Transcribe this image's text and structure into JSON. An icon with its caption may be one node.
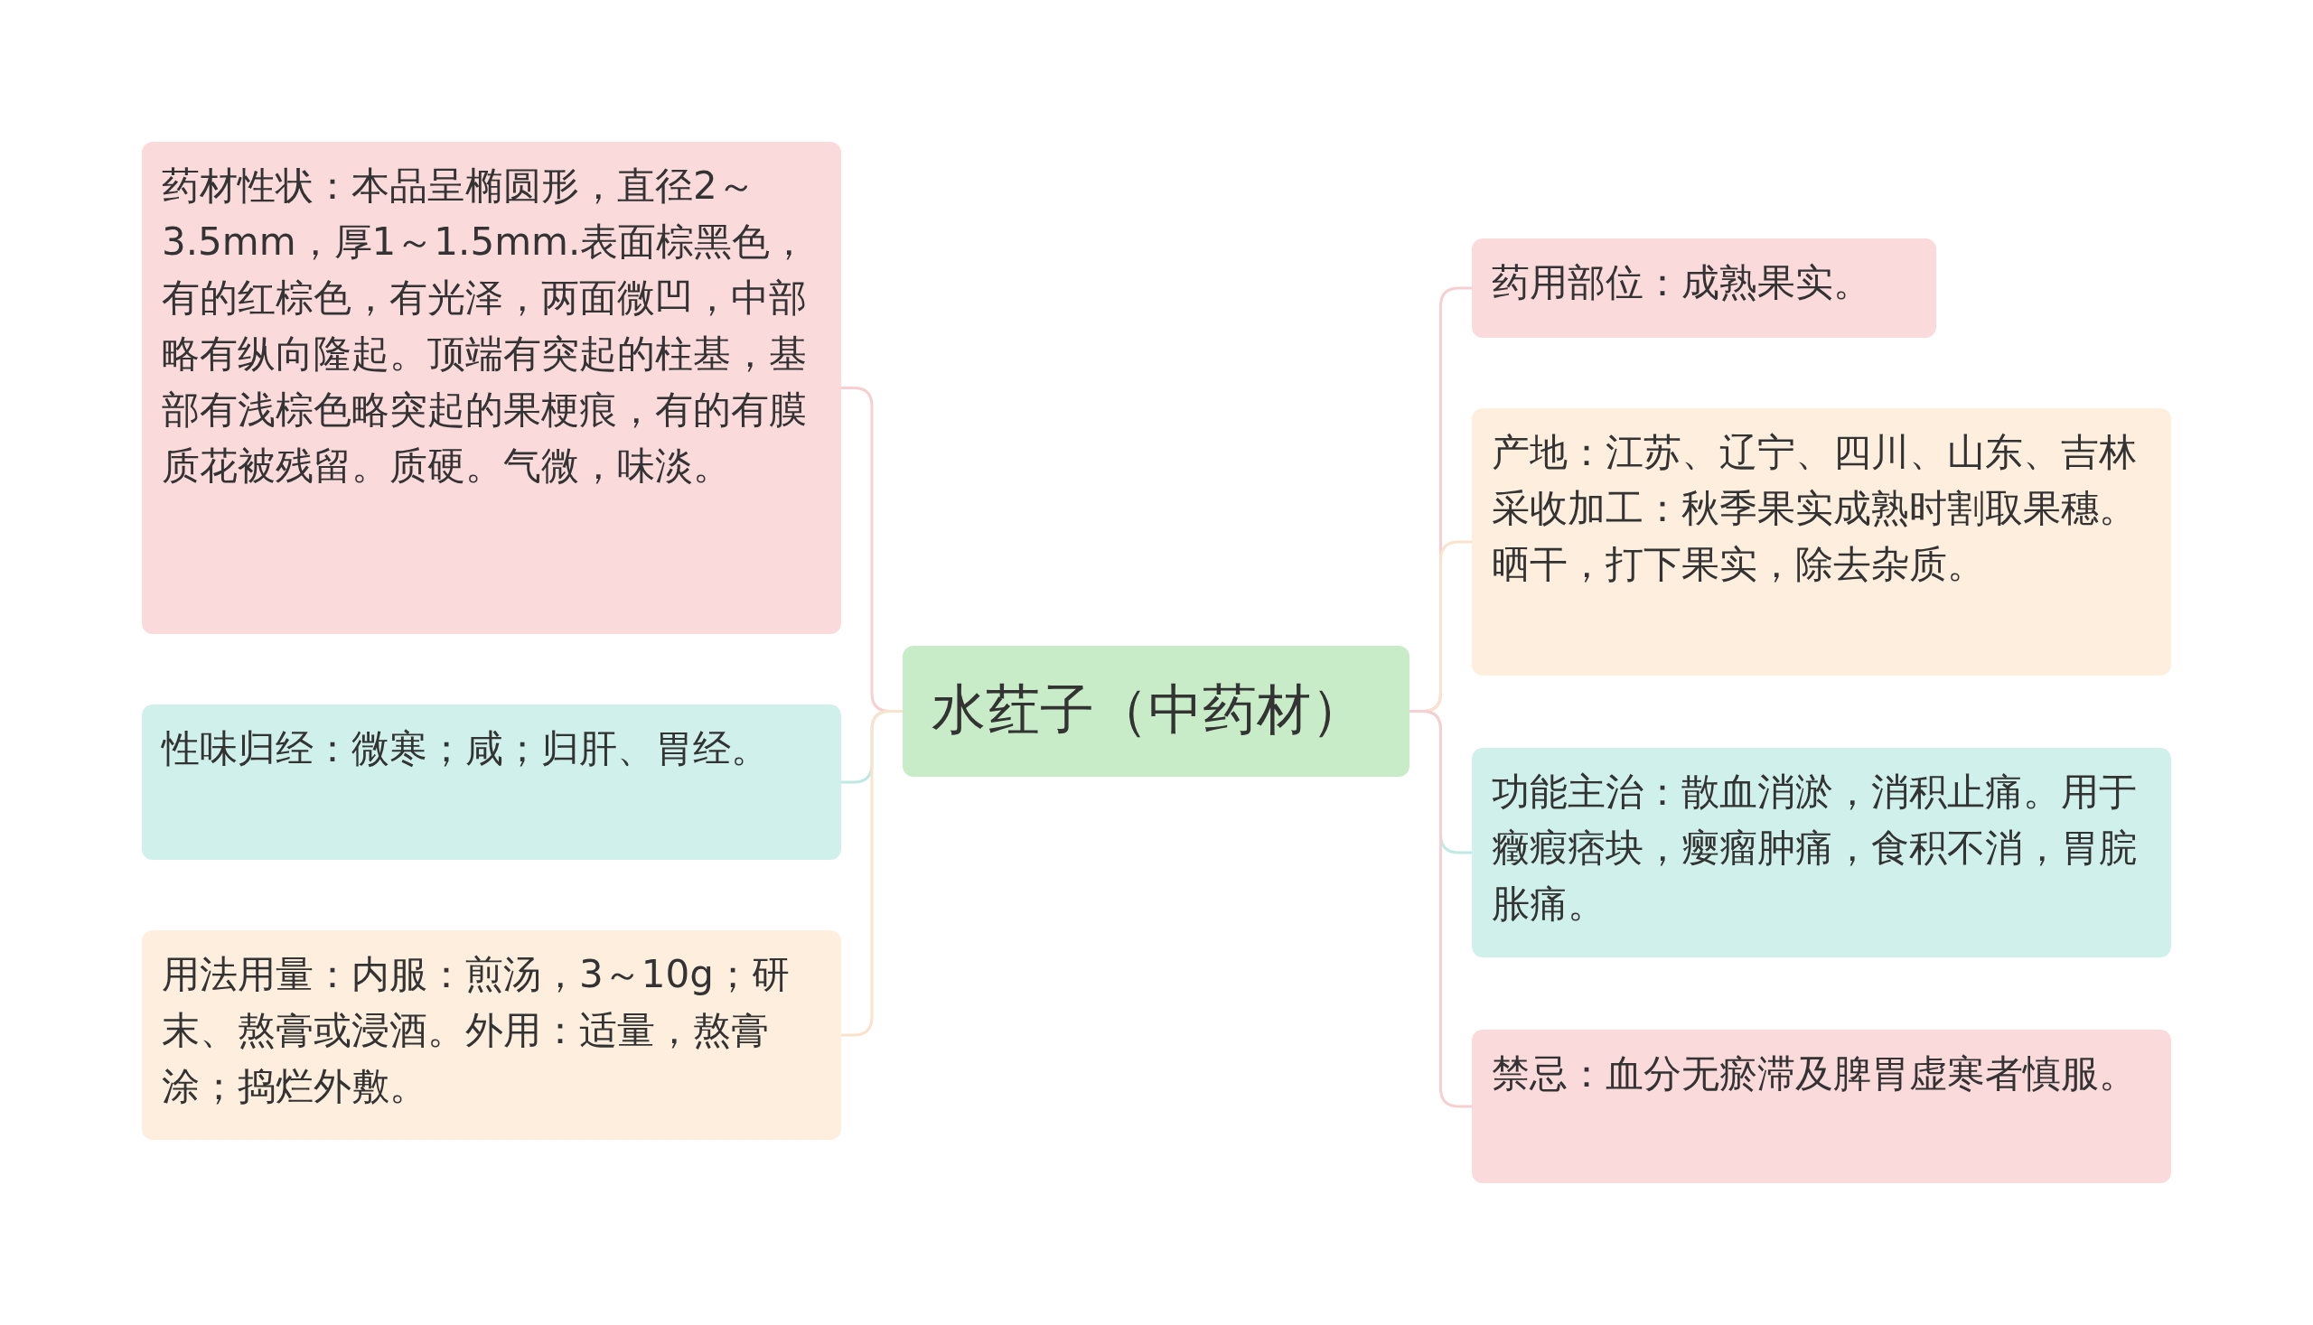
{
  "diagram": {
    "nodes": [
      {
        "text": [
          "水荭子（中药材）"
        ]
      },
      {
        "text": [
          "药材性状：本品呈椭圆形，直径2～3.5mm，厚1～1.5mm.表面棕黑色，有的红棕色，有光泽，两面微凹，中部略有纵向隆起。顶端有突起的柱基，基部有浅棕色略突起的果梗痕，有的有膜质花被残留。质硬。气微，味淡。"
        ]
      },
      {
        "text": [
          "性味归经：微寒；咸；归肝、胃经。"
        ]
      },
      {
        "text": [
          "用法用量：内服：煎汤，3～10g；研末、熬膏或浸酒。外用：适量，熬膏涂；捣烂外敷。"
        ]
      },
      {
        "text": [
          "药用部位：成熟果实。"
        ]
      },
      {
        "text": [
          "产地：江苏、辽宁、四川、山东、吉林采收加工：秋季果实成熟时割取果穗。晒干，打下果实，除去杂质。"
        ]
      },
      {
        "text": [
          "功能主治：散血消淤，消积止痛。用于癥瘕痞块，瘿瘤肿痛，食积不消，胃脘胀痛。"
        ]
      },
      {
        "text": [
          "禁忌：血分无瘀滞及脾胃虚寒者慎服。"
        ]
      }
    ],
    "edges": [
      {
        "from": 0,
        "to": 1,
        "arrow": "none",
        "color": "#f7cfd1"
      },
      {
        "from": 0,
        "to": 2,
        "arrow": "none",
        "color": "#bfe9e3"
      },
      {
        "from": 0,
        "to": 3,
        "arrow": "none",
        "color": "#fbe2cc"
      },
      {
        "from": 0,
        "to": 4,
        "arrow": "none",
        "color": "#f7cfd1"
      },
      {
        "from": 0,
        "to": 5,
        "arrow": "none",
        "color": "#fbe2cc"
      },
      {
        "from": 0,
        "to": 6,
        "arrow": "none",
        "color": "#bfe9e3"
      },
      {
        "from": 0,
        "to": 7,
        "arrow": "none",
        "color": "#f7cfd1"
      }
    ]
  }
}
